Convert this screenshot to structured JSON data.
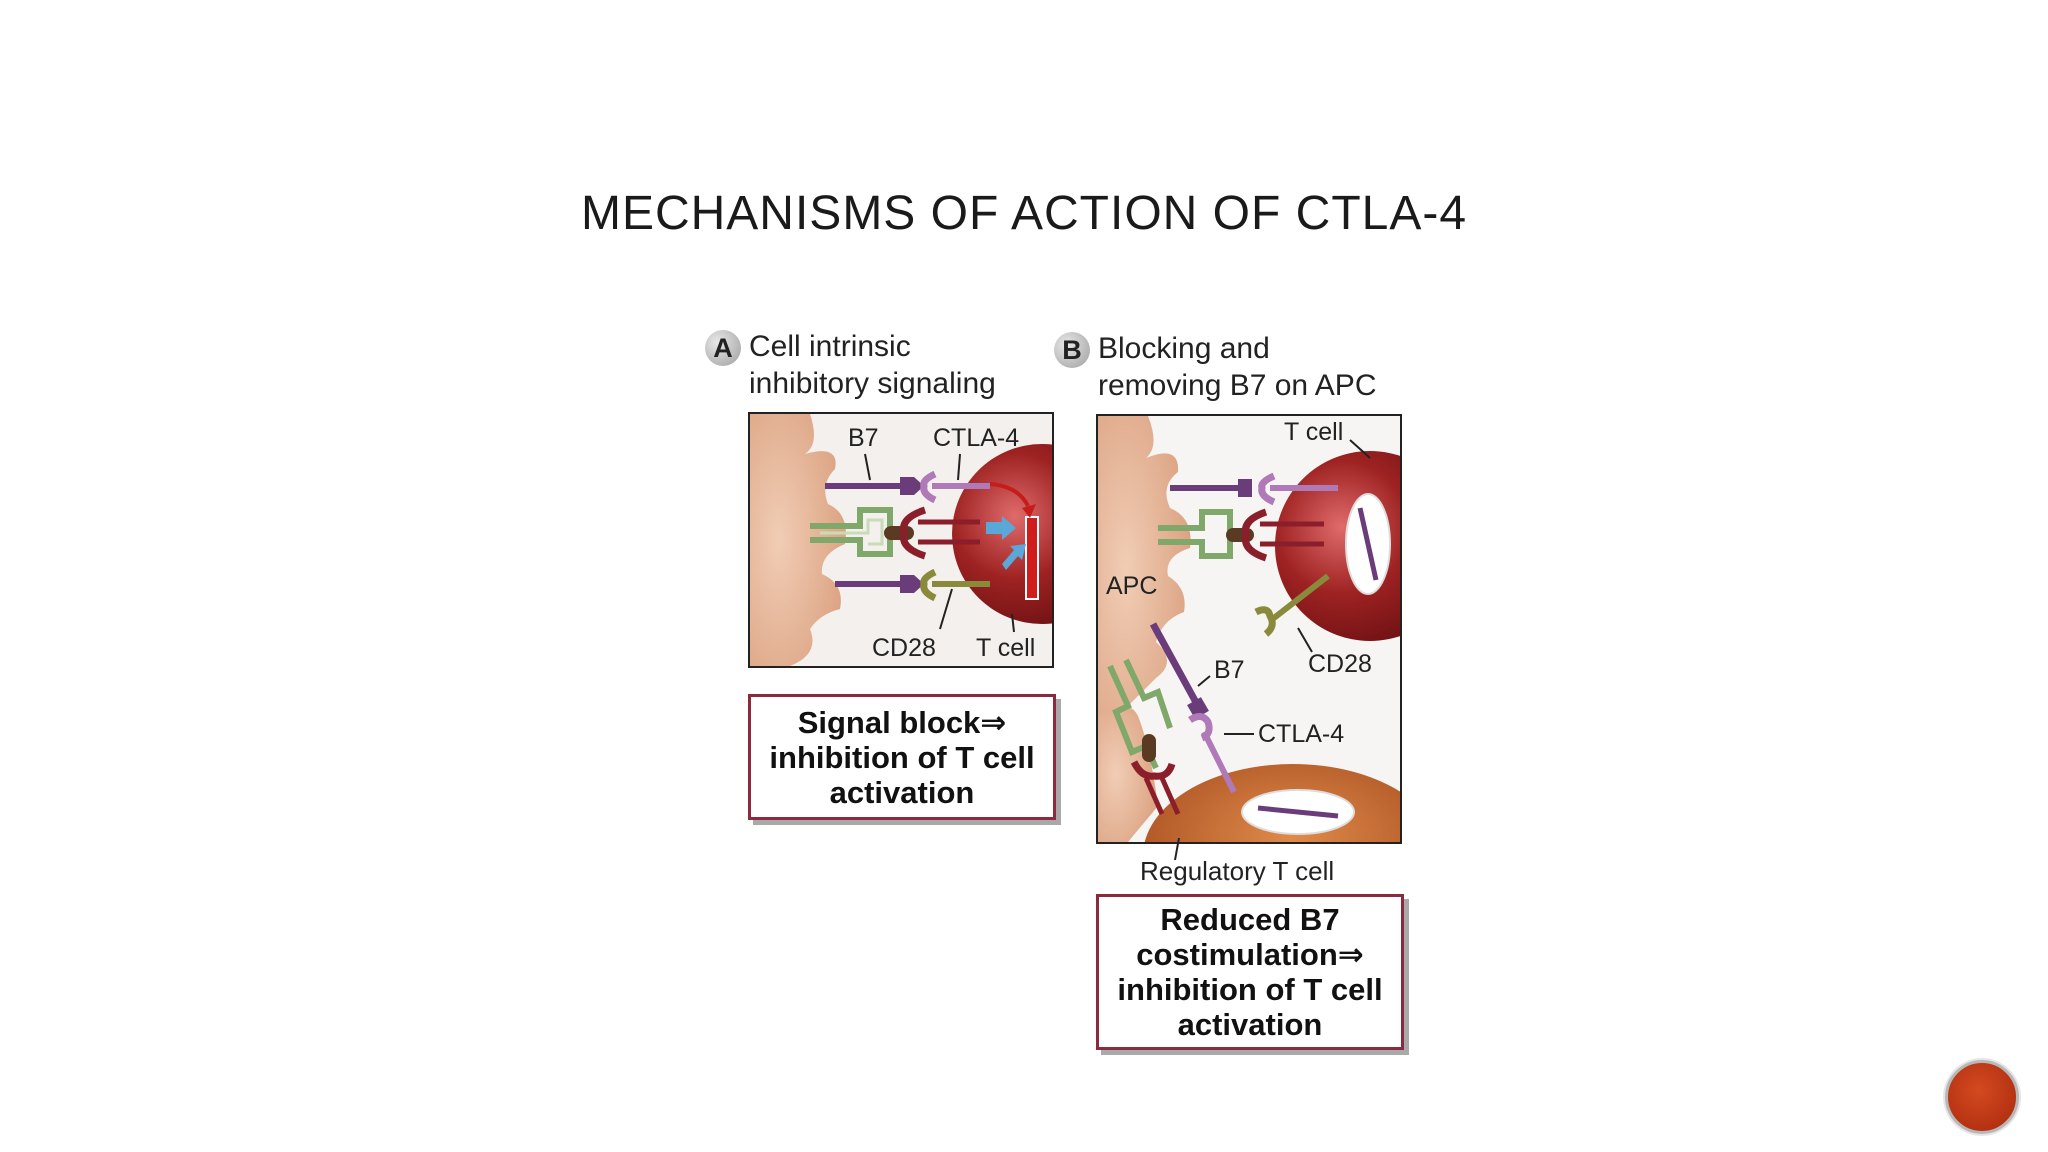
{
  "slide": {
    "title": "MECHANISMS OF ACTION OF CTLA-4"
  },
  "panel_a": {
    "badge": "A",
    "heading": "Cell intrinsic\ninhibitory signaling",
    "labels": {
      "b7": "B7",
      "ctla4": "CTLA-4",
      "cd28": "CD28",
      "tcell": "T cell"
    },
    "result": "Signal block⇒\ninhibition of T cell\nactivation"
  },
  "panel_b": {
    "badge": "B",
    "heading": "Blocking and\nremoving B7 on APC",
    "labels": {
      "tcell": "T cell",
      "apc": "APC",
      "cd28": "CD28",
      "b7": "B7",
      "ctla4": "CTLA-4",
      "treg": "Regulatory T cell"
    },
    "result": "Reduced B7\ncostimulation⇒\ninhibition of T cell\nactivation"
  },
  "colors": {
    "apc": "#e8b89a",
    "tcell": "#8b1a1a",
    "treg": "#b5531e",
    "b7": "#6a3d7a",
    "ctla4": "#b07ab8",
    "cd28": "#8a8a3c",
    "tcr": "#8a1e2a",
    "mhc": "#7fa86a",
    "accent_border": "#8b2a3f",
    "nav_button": "#c0391a"
  }
}
